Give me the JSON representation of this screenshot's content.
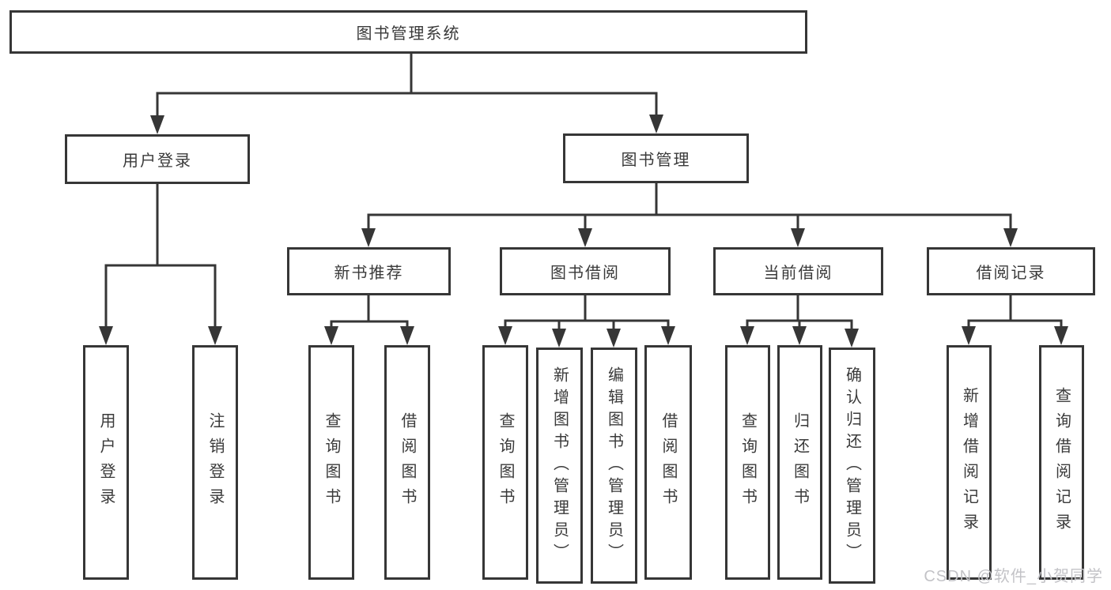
{
  "diagram": {
    "root": {
      "label": "图书管理系统"
    },
    "level2": [
      {
        "label": "用户登录"
      },
      {
        "label": "图书管理"
      }
    ],
    "level3": [
      {
        "label": "新书推荐"
      },
      {
        "label": "图书借阅"
      },
      {
        "label": "当前借阅"
      },
      {
        "label": "借阅记录"
      }
    ],
    "leaves": {
      "user_login": [
        "用户登录",
        "注销登录"
      ],
      "new_book_recommend": [
        "查询图书",
        "借阅图书"
      ],
      "book_borrowing": [
        "查询图书",
        "新增图书（管理员）",
        "编辑图书（管理员）",
        "借阅图书"
      ],
      "current_borrowing": [
        "查询图书",
        "归还图书",
        "确认归还（管理员）"
      ],
      "borrowing_records": [
        "新增借阅记录",
        "查询借阅记录"
      ]
    }
  },
  "watermark": {
    "text": "CSDN @软件_小贺同学",
    "color": "#c3c3c7"
  },
  "colors": {
    "line": "#363636",
    "box_border": "#363636",
    "text": "#3a3a3a",
    "background": "#ffffff"
  }
}
